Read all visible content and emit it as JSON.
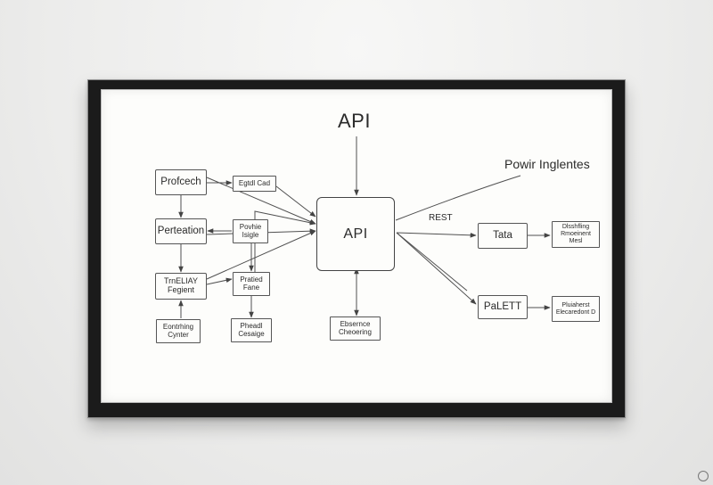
{
  "diagram": {
    "title": "API",
    "note": "Powir Inglentes",
    "edge_label": "REST",
    "center_box": "API",
    "left_boxes": [
      "Profcech",
      "Perteation",
      "TrnELIAY Fegient"
    ],
    "left_small_boxes": [
      "Egtdl Cad",
      "Povhie Isigle",
      "Pratied Fane"
    ],
    "bottom_boxes": [
      "Eontrhing Cynter",
      "Pheadl Cesaige",
      "Ebsernce Cheoering"
    ],
    "right_boxes": [
      "Tata",
      "PaLETT"
    ],
    "right_small_boxes": [
      "Dlsshfling Rmoeinent Mesl",
      "Pluiaherst Elecaredont D"
    ]
  }
}
